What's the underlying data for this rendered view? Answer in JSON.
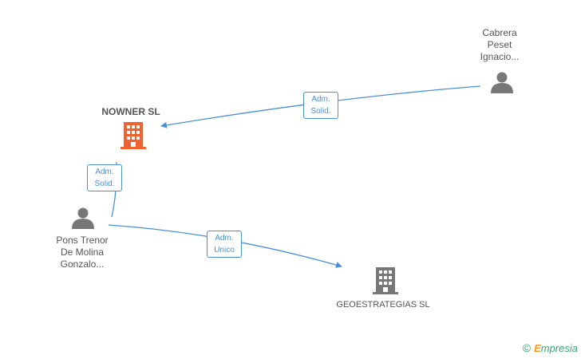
{
  "nodes": {
    "cabrera": {
      "lines": [
        "Cabrera",
        "Peset",
        "Ignacio..."
      ],
      "type": "person"
    },
    "nowner": {
      "label": "NOWNER SL",
      "type": "company",
      "highlight": true
    },
    "pons": {
      "lines": [
        "Pons Trenor",
        "De Molina",
        "Gonzalo..."
      ],
      "type": "person"
    },
    "geoestrategias": {
      "label": "GEOESTRATEGIAS SL",
      "type": "company"
    }
  },
  "edges": [
    {
      "from": "cabrera",
      "to": "nowner",
      "lines": [
        "Adm.",
        "Solid."
      ]
    },
    {
      "from": "pons",
      "to": "nowner",
      "lines": [
        "Adm.",
        "Solid."
      ]
    },
    {
      "from": "pons",
      "to": "geoestrategias",
      "lines": [
        "Adm.",
        "Unico"
      ]
    }
  ],
  "colors": {
    "edge": "#4a90d9",
    "person_icon": "#777777",
    "company_icon": "#777777",
    "company_highlight": "#f0622f"
  },
  "footer": {
    "copyright": "©",
    "brand_initial": "E",
    "brand_rest": "mpresia"
  }
}
